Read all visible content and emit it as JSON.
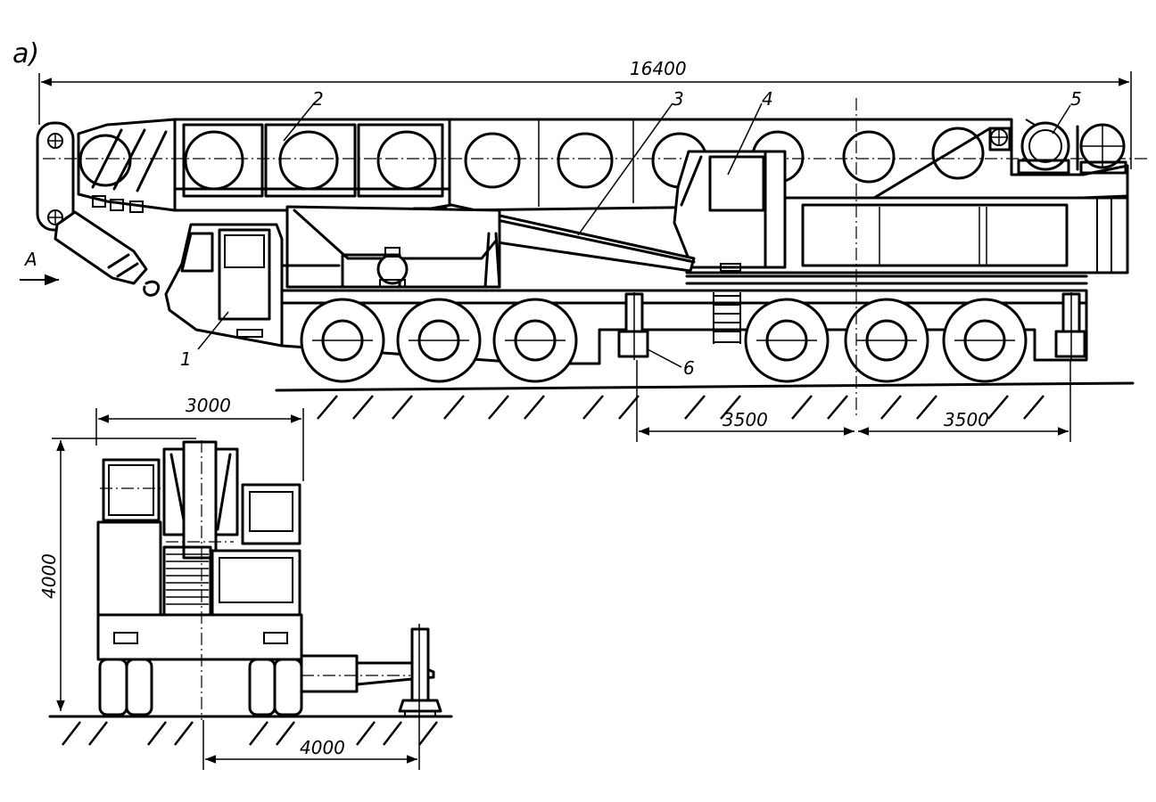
{
  "figure": {
    "panel_label": "а)",
    "view_arrow_label": "А",
    "colors": {
      "line": "#000000",
      "background": "#ffffff"
    }
  },
  "dimensions": {
    "overall_length": "16400",
    "axle_spacing_1": "3500",
    "axle_spacing_2": "3500",
    "width": "3000",
    "height": "4000",
    "outrigger_reach": "4000"
  },
  "callouts": [
    "1",
    "2",
    "3",
    "4",
    "5",
    "6"
  ]
}
